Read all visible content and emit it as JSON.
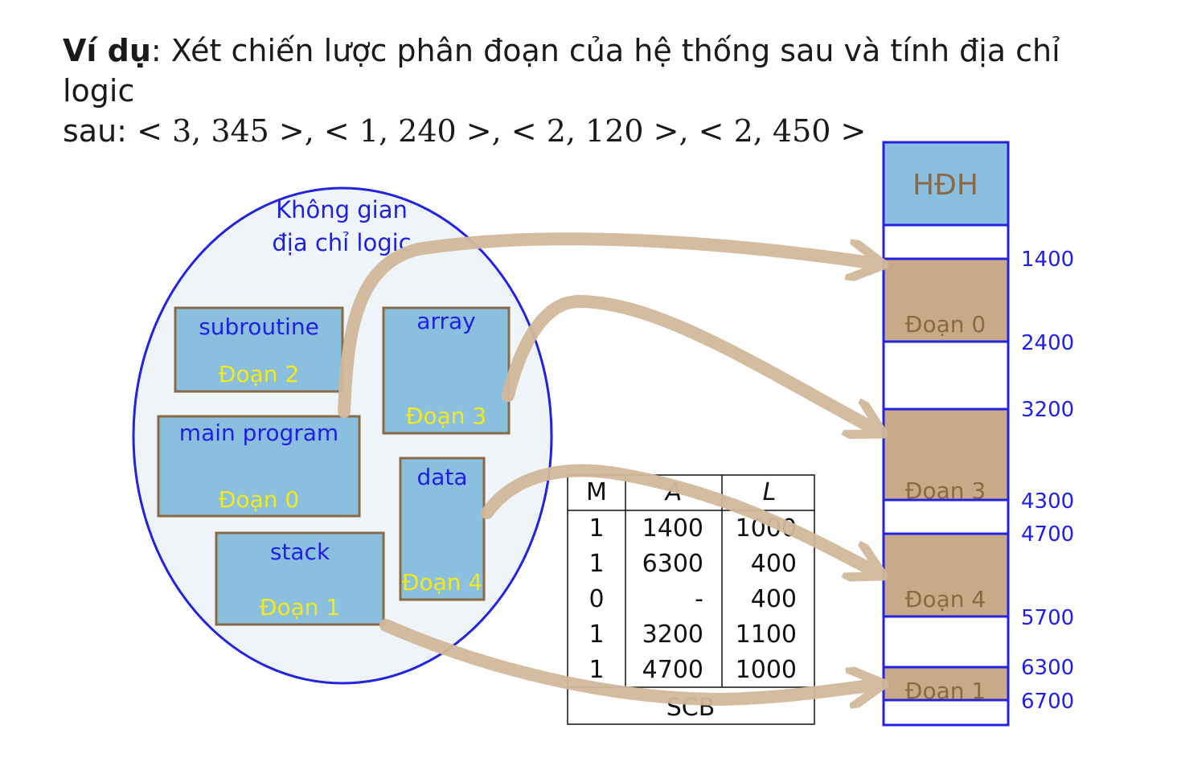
{
  "heading": {
    "lead": "Ví dụ",
    "text": ": Xét chiến lược phân đoạn của hệ thống sau và tính địa chỉ logic",
    "line2_prefix": "sau: ",
    "addresses": "< 3, 345 >, < 1, 240 >, < 2, 120 >, < 2, 450 >"
  },
  "logical_space": {
    "title_line1": "Không gian",
    "title_line2": "địa chỉ logic"
  },
  "segments": {
    "subroutine": {
      "name": "subroutine",
      "label": "Đoạn 2"
    },
    "array": {
      "name": "array",
      "label": "Đoạn 3"
    },
    "main": {
      "name": "main program",
      "label": "Đoạn 0"
    },
    "data": {
      "name": "data",
      "label": "Đoạn 4"
    },
    "stack": {
      "name": "stack",
      "label": "Đoạn 1"
    }
  },
  "scb": {
    "headers": [
      "M",
      "A",
      "L"
    ],
    "rows": [
      [
        "1",
        "1400",
        "1000"
      ],
      [
        "1",
        "6300",
        "400"
      ],
      [
        "0",
        "-",
        "400"
      ],
      [
        "1",
        "3200",
        "1100"
      ],
      [
        "1",
        "4700",
        "1000"
      ]
    ],
    "caption": "SCB"
  },
  "memory": {
    "os_label": "HĐH",
    "blocks": [
      "Đoạn 0",
      "Đoạn 3",
      "Đoạn 4",
      "Đoạn 1"
    ],
    "addresses": [
      "1400",
      "2400",
      "3200",
      "4300",
      "4700",
      "5700",
      "6300",
      "6700"
    ]
  },
  "colors": {
    "box_fill": "#8bbfdf",
    "box_border": "#8a6a45",
    "segment_fill": "#c8a988",
    "arrow": "#d2b99c",
    "blue_text": "#1f1fe6",
    "yellow_text": "#f2ea1a",
    "ellipse_fill": "#eef4f8",
    "ellipse_stroke": "#2222e0"
  }
}
